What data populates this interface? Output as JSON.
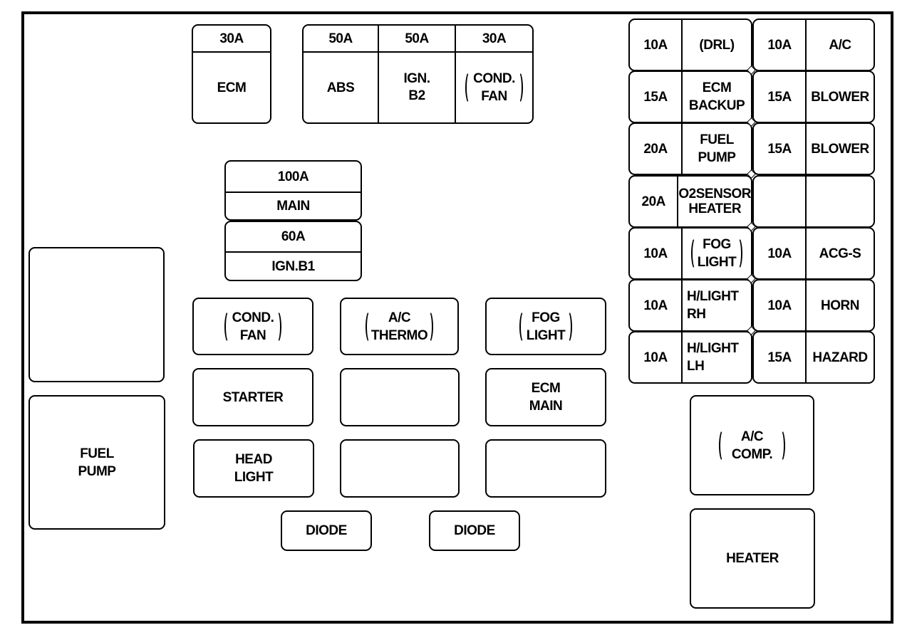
{
  "diagram": {
    "title": "",
    "top_fuses": [
      {
        "rating": "30A",
        "label": "ECM"
      },
      {
        "rating": "50A",
        "label": "ABS"
      },
      {
        "rating": "50A",
        "label": "IGN. B2"
      },
      {
        "rating": "30A",
        "label": "(COND. FAN)"
      }
    ],
    "main_fuses": [
      {
        "rating": "100A",
        "label": "MAIN"
      },
      {
        "rating": "60A",
        "label": "IGN.B1"
      }
    ],
    "relays_left": [
      {
        "label": ""
      },
      {
        "label": "FUEL PUMP"
      }
    ],
    "relays_center": [
      {
        "label": "(COND. FAN)"
      },
      {
        "label": "(A/C THERMO)"
      },
      {
        "label": "(FOG LIGHT)"
      },
      {
        "label": "STARTER"
      },
      {
        "label": ""
      },
      {
        "label": "ECM MAIN"
      },
      {
        "label": "HEAD LIGHT"
      },
      {
        "label": ""
      },
      {
        "label": ""
      }
    ],
    "diodes": [
      {
        "label": "DIODE"
      },
      {
        "label": "DIODE"
      }
    ],
    "mini_fuses": [
      {
        "left": {
          "rating": "10A",
          "label": "(DRL)"
        },
        "right": {
          "rating": "10A",
          "label": "A/C"
        }
      },
      {
        "left": {
          "rating": "15A",
          "label": "ECM BACKUP"
        },
        "right": {
          "rating": "15A",
          "label": "BLOWER"
        }
      },
      {
        "left": {
          "rating": "20A",
          "label": "FUEL PUMP"
        },
        "right": {
          "rating": "15A",
          "label": "BLOWER"
        }
      },
      {
        "left": {
          "rating": "20A",
          "label": "O2SENSOR HEATER"
        },
        "right": {
          "rating": "",
          "label": ""
        }
      },
      {
        "left": {
          "rating": "10A",
          "label": "(FOG LIGHT)"
        },
        "right": {
          "rating": "10A",
          "label": "ACG-S"
        }
      },
      {
        "left": {
          "rating": "10A",
          "label": "H/LIGHT RH"
        },
        "right": {
          "rating": "10A",
          "label": "HORN"
        }
      },
      {
        "left": {
          "rating": "10A",
          "label": "H/LIGHT LH"
        },
        "right": {
          "rating": "15A",
          "label": "HAZARD"
        }
      }
    ],
    "relays_right": [
      {
        "label": "(A/C COMP.)"
      },
      {
        "label": "HEATER"
      }
    ],
    "text": {
      "tf0_l1": "ECM",
      "tf1_l1": "ABS",
      "tf2_l1": "IGN.",
      "tf2_l2": "B2",
      "tf3_l1": "COND.",
      "tf3_l2": "FAN",
      "rc0_l1": "COND.",
      "rc0_l2": "FAN",
      "rc1_l1": "A/C",
      "rc1_l2": "THERMO",
      "rc2_l1": "FOG",
      "rc2_l2": "LIGHT",
      "rc5_l1": "ECM",
      "rc5_l2": "MAIN",
      "rc6_l1": "HEAD",
      "rc6_l2": "LIGHT",
      "rl1_l1": "FUEL",
      "rl1_l2": "PUMP",
      "rr0_l1": "A/C",
      "rr0_l2": "COMP.",
      "mf1_l1": "ECM",
      "mf1_l2": "BACKUP",
      "mf2_l1": "FUEL",
      "mf2_l2": "PUMP",
      "mf3_l1": "O2SENSOR",
      "mf3_l2": "HEATER",
      "mf4_l1": "FOG",
      "mf4_l2": "LIGHT",
      "mf5_l1": "H/LIGHT",
      "mf5_l2": "RH",
      "mf6_l1": "H/LIGHT",
      "mf6_l2": "LH"
    }
  }
}
